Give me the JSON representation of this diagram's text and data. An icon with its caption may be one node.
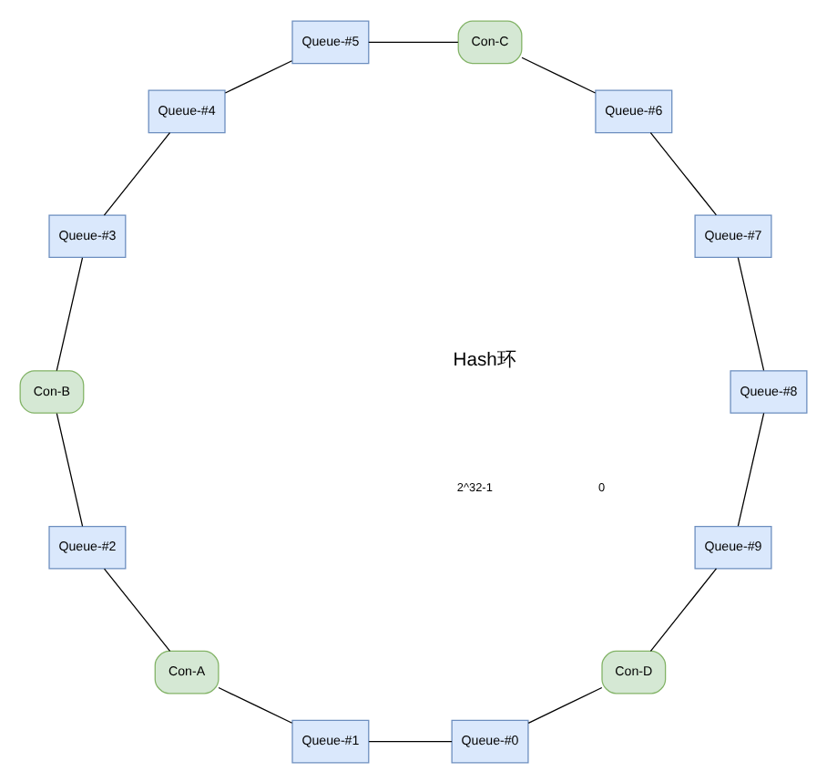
{
  "diagram": {
    "nodes": [
      {
        "text": [
          "Queue-#9"
        ]
      },
      {
        "text": [
          "Con-D"
        ]
      },
      {
        "text": [
          "Queue-#8"
        ]
      },
      {
        "text": [
          "Queue-#0"
        ]
      },
      {
        "text": [
          "Queue-#7"
        ]
      },
      {
        "text": [
          "Queue-#1"
        ]
      },
      {
        "text": [
          "Queue-#6"
        ]
      },
      {
        "text": [
          "Con-A"
        ]
      },
      {
        "text": [
          "Con-C"
        ]
      },
      {
        "text": [
          "Queue-#2"
        ]
      },
      {
        "text": [
          "Queue-#5"
        ]
      },
      {
        "text": [
          "Con-B"
        ]
      },
      {
        "text": [
          "Queue-#4"
        ]
      },
      {
        "text": [
          "Queue-#3"
        ]
      }
    ],
    "edges": [
      {
        "from": 0,
        "to": 1,
        "arrow": "none"
      },
      {
        "from": 1,
        "to": 3,
        "arrow": "none"
      },
      {
        "from": 3,
        "to": 5,
        "arrow": "none"
      },
      {
        "from": 5,
        "to": 7,
        "arrow": "none"
      },
      {
        "from": 7,
        "to": 9,
        "arrow": "none"
      },
      {
        "from": 9,
        "to": 11,
        "arrow": "none"
      },
      {
        "from": 11,
        "to": 13,
        "arrow": "none"
      },
      {
        "from": 13,
        "to": 12,
        "arrow": "none"
      },
      {
        "from": 12,
        "to": 10,
        "arrow": "none"
      },
      {
        "from": 10,
        "to": 8,
        "arrow": "none"
      },
      {
        "from": 8,
        "to": 6,
        "arrow": "none"
      },
      {
        "from": 6,
        "to": 4,
        "arrow": "none"
      },
      {
        "from": 4,
        "to": 2,
        "arrow": "none"
      },
      {
        "from": 2,
        "to": 0,
        "arrow": "none"
      }
    ],
    "labels": [
      "2^32-1",
      "0",
      "Hash环"
    ]
  }
}
